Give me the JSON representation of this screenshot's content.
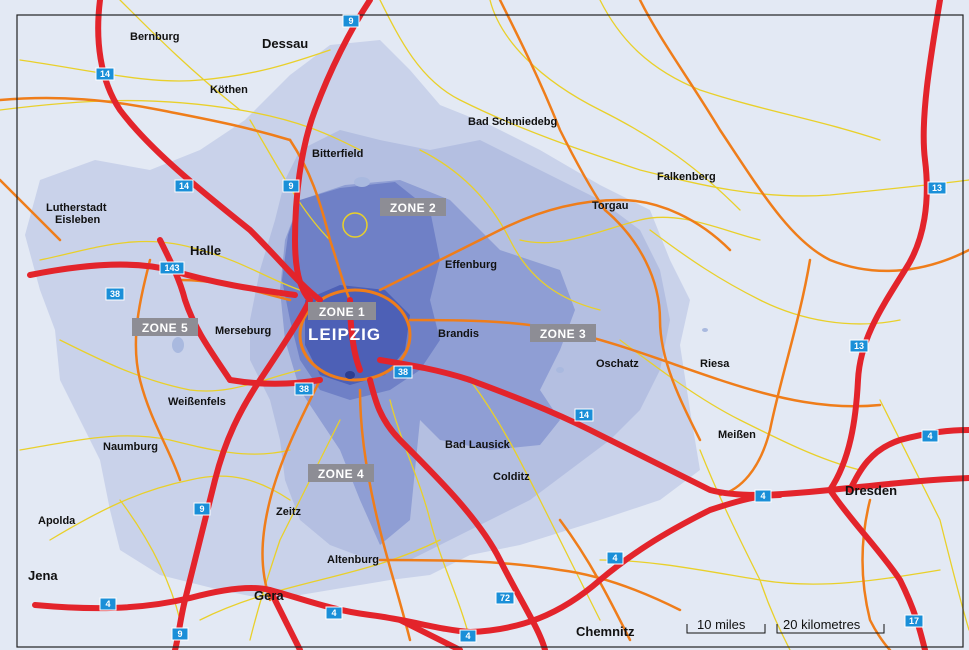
{
  "colors": {
    "background": "#e3e9f4",
    "zone5": "#c9d2ea",
    "zone4": "#b4bfe1",
    "zone3": "#8f9ed4",
    "zone2": "#6f80c6",
    "zone1": "#4d60b6",
    "motorway": "#e3242b",
    "primary_road": "#ef7d1a",
    "secondary_road": "#e9d02a",
    "shield": "#1a8fd8"
  },
  "cities": {
    "bernburg": "Bernburg",
    "dessau": "Dessau",
    "koethen": "Köthen",
    "bad_schmiedebg": "Bad Schmiedebg",
    "bitterfield": "Bitterfield",
    "lutherstadt_1": "Lutherstadt",
    "lutherstadt_2": "Eisleben",
    "falkenberg": "Falkenberg",
    "torgau": "Torgau",
    "halle": "Halle",
    "effenburg": "Effenburg",
    "merseburg": "Merseburg",
    "leipzig": "LEIPZIG",
    "brandis": "Brandis",
    "oschatz": "Oschatz",
    "riesa": "Riesa",
    "weissenfels": "Weißenfels",
    "meissen": "Meißen",
    "bad_lausick": "Bad Lausick",
    "naumburg": "Naumburg",
    "colditz": "Colditz",
    "dresden": "Dresden",
    "zeitz": "Zeitz",
    "apolda": "Apolda",
    "altenburg": "Altenburg",
    "jena": "Jena",
    "gera": "Gera",
    "chemnitz": "Chemnitz"
  },
  "zones": {
    "z1": "ZONE 1",
    "z2": "ZONE 2",
    "z3": "ZONE 3",
    "z4": "ZONE 4",
    "z5": "ZONE 5"
  },
  "motorway_numbers": {
    "a9_top": "9",
    "a14_left": "14",
    "a14_mid": "14",
    "a9_mid": "9",
    "a13_right": "13",
    "a143": "143",
    "a38_left": "38",
    "a38_bottom": "38",
    "a38_right": "38",
    "a14_east": "14",
    "a13_mid": "13",
    "a4_right": "4",
    "a4_mid": "4",
    "a9_low": "9",
    "a4_sw": "4",
    "a4_s": "4",
    "a72": "72",
    "a4_chemnitz": "4",
    "a9_bottom": "9",
    "a4_se": "4",
    "a17": "17"
  },
  "scale": {
    "miles": "10 miles",
    "km": "20 kilometres"
  }
}
